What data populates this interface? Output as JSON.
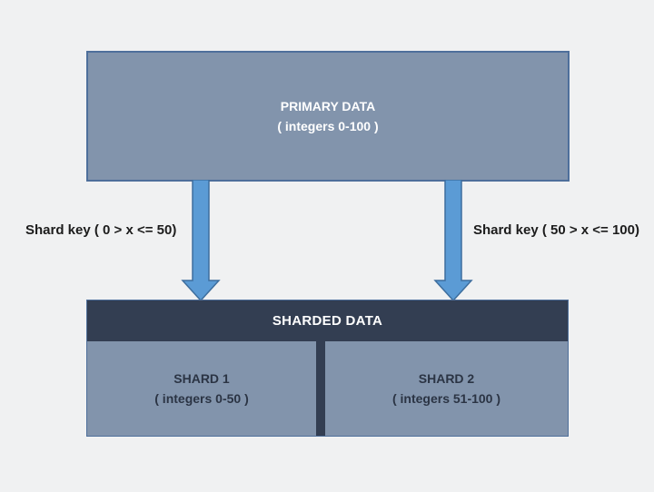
{
  "diagram": {
    "primary": {
      "title": "PRIMARY DATA",
      "subtitle": "( integers 0-100 )"
    },
    "shard_keys": {
      "left": "Shard key ( 0 > x <= 50)",
      "right": "Shard key ( 50 > x <= 100)"
    },
    "sharded": {
      "header": "SHARDED DATA",
      "shards": [
        {
          "title": "SHARD 1",
          "subtitle": "( integers 0-50 )"
        },
        {
          "title": "SHARD 2",
          "subtitle": "( integers 51-100 )"
        }
      ]
    },
    "colors": {
      "page_background": "#f0f1f2",
      "box_fill": "#8294ac",
      "box_border": "#4e6f9b",
      "dark_fill": "#333e52",
      "arrow_fill": "#5b9bd5",
      "arrow_border": "#3d6e9e",
      "light_text": "#ffffff",
      "label_text": "#1c1c1c",
      "shard_text": "#2b3444"
    }
  }
}
